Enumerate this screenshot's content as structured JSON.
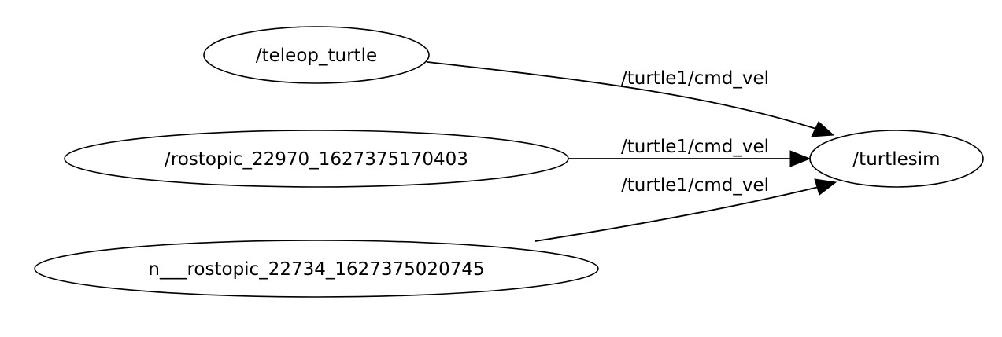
{
  "graph": {
    "nodes": {
      "teleop_turtle": "/teleop_turtle",
      "rostopic_22970": "/rostopic_22970_1627375170403",
      "rostopic_22734": "n___rostopic_22734_1627375020745",
      "turtlesim": "/turtlesim"
    },
    "edges": {
      "from_teleop_turtle": "/turtle1/cmd_vel",
      "from_rostopic_22970": "/turtle1/cmd_vel",
      "from_rostopic_22734": "/turtle1/cmd_vel"
    }
  }
}
